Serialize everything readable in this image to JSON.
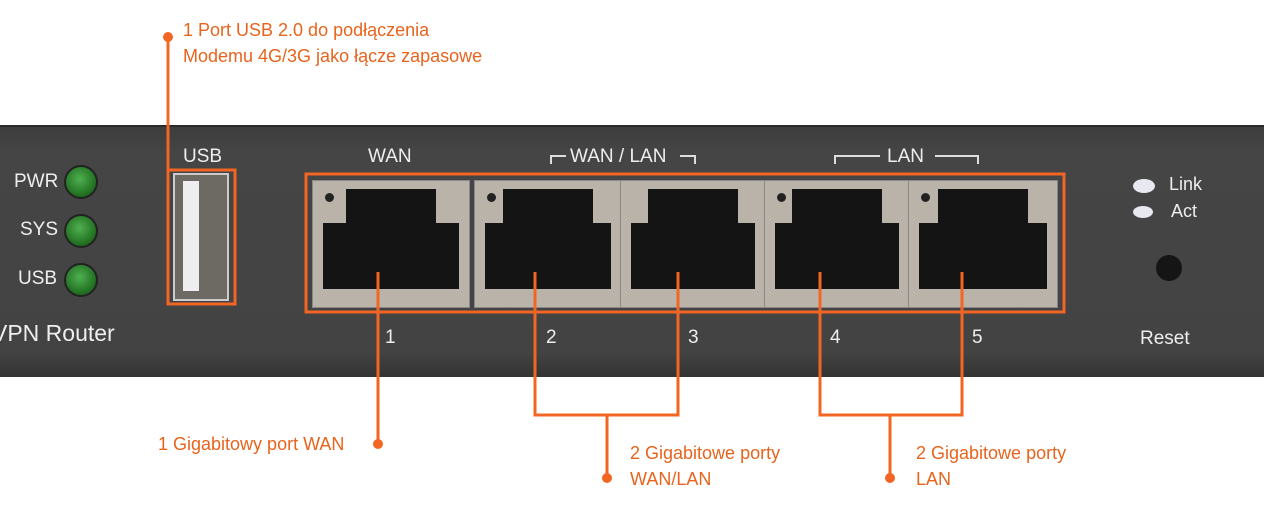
{
  "device": {
    "leds": [
      "PWR",
      "SYS",
      "USB"
    ],
    "model_text": "VPN Router",
    "usb_label": "USB",
    "wan_label": "WAN",
    "wanlan_label": "WAN / LAN",
    "lan_label": "LAN",
    "port_numbers": [
      "1",
      "2",
      "3",
      "4",
      "5"
    ],
    "legend": {
      "link": "Link",
      "act": "Act"
    },
    "reset_label": "Reset"
  },
  "annotations": {
    "usb": [
      "1 Port USB 2.0 do podłączenia",
      "Modemu 4G/3G jako łącze zapasowe"
    ],
    "wan": "1 Gigabitowy port WAN",
    "wanlan": [
      "2 Gigabitowe porty",
      "WAN/LAN"
    ],
    "lan": [
      "2 Gigabitowe porty",
      "LAN"
    ]
  },
  "colors": {
    "accent": "#f26522"
  }
}
